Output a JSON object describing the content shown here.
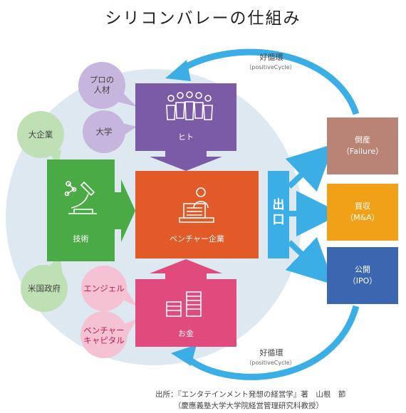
{
  "title": "シリコンバレーの仕組み",
  "cycle_top": {
    "label": "好循環",
    "sub": "（positiveCycle）"
  },
  "cycle_bottom": {
    "label": "好循環",
    "sub": "（positiveCycle）"
  },
  "bubbles": {
    "pro_jinzai": "プロの\n人材",
    "daigaku": "大学",
    "daikigyo": "大企業",
    "beikoku": "米国政府",
    "angel": "エンジェル",
    "vc": "ベンチャー\nキャピタル"
  },
  "boxes": {
    "hito": "ヒト",
    "gijutsu": "技術",
    "venture": "ベンチャー企業",
    "okane": "お金",
    "exit_vertical": "出口"
  },
  "exits": {
    "tousan": "倒産\n（Failure）",
    "baishu": "買収\n（M&A）",
    "ipo": "公開\n（IPO）"
  },
  "source": {
    "line1": "出所：『エンタテインメント発想の経営学』著　山根　節",
    "line2": "（慶應義塾大学大学院経営管理研究科教授）"
  },
  "colors": {
    "circle": "#dde8f0",
    "purple": "#7b5aa6",
    "green": "#4aaa45",
    "orange": "#e15a28",
    "pink": "#e14a7d",
    "blue": "#3baee6",
    "brown": "#b98376",
    "yellow": "#f0a118",
    "navy": "#3a67b0",
    "bubble_purple": "#c6b5dc",
    "bubble_green": "#bfe0b4",
    "bubble_pink": "#f5c2d3"
  }
}
